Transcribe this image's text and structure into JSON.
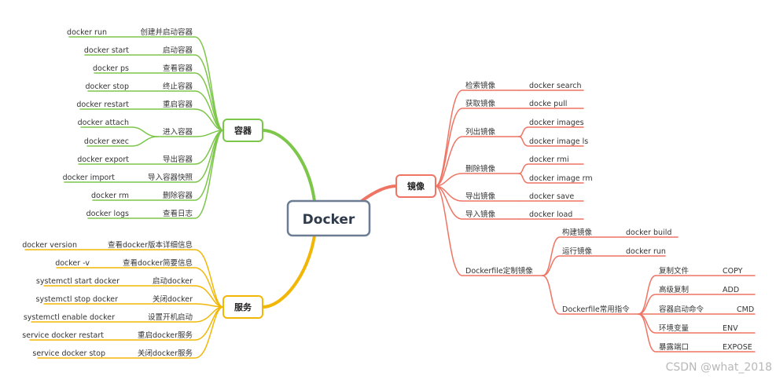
{
  "root": "Docker",
  "colors": {
    "container": "#7cc64a",
    "service": "#f2b705",
    "image": "#ef7464",
    "root_border": "#6b7c93"
  },
  "branches": {
    "container": {
      "label": "容器",
      "leaves": [
        {
          "cmd": "docker run",
          "desc": "创建并启动容器"
        },
        {
          "cmd": "docker start",
          "desc": "启动容器"
        },
        {
          "cmd": "docker ps",
          "desc": "查看容器"
        },
        {
          "cmd": "docker stop",
          "desc": "终止容器"
        },
        {
          "cmd": "docker restart",
          "desc": "重启容器"
        },
        {
          "cmd": "docker attach",
          "desc": ""
        },
        {
          "cmd": "docker exec",
          "desc": ""
        },
        {
          "cmd": "docker export",
          "desc": "导出容器"
        },
        {
          "cmd": "docker import",
          "desc": "导入容器快照"
        },
        {
          "cmd": "docker rm",
          "desc": "删除容器"
        },
        {
          "cmd": "docker logs",
          "desc": "查看日志"
        }
      ],
      "group_enter": "进入容器"
    },
    "service": {
      "label": "服务",
      "leaves": [
        {
          "cmd": "docker version",
          "desc": "查看docker版本详细信息"
        },
        {
          "cmd": "docker -v",
          "desc": "查看docker简要信息"
        },
        {
          "cmd": "systemctl start docker",
          "desc": "启动docker"
        },
        {
          "cmd": "systemctl stop docker",
          "desc": "关闭docker"
        },
        {
          "cmd": "systemctl enable docker",
          "desc": "设置开机启动"
        },
        {
          "cmd": "service docker restart",
          "desc": "重启docker服务"
        },
        {
          "cmd": "service docker stop",
          "desc": "关闭docker服务"
        }
      ]
    },
    "image": {
      "label": "镜像",
      "items": [
        {
          "desc": "检索镜像",
          "cmds": [
            "docker search"
          ]
        },
        {
          "desc": "获取镜像",
          "cmds": [
            "docke pull"
          ]
        },
        {
          "desc": "列出镜像",
          "cmds": [
            "docker images",
            "docker image ls"
          ]
        },
        {
          "desc": "删除镜像",
          "cmds": [
            "docker rmi",
            "docker image rm"
          ]
        },
        {
          "desc": "导出镜像",
          "cmds": [
            "docker save"
          ]
        },
        {
          "desc": "导入镜像",
          "cmds": [
            "docker load"
          ]
        }
      ],
      "dockerfile": {
        "label": "Dockerfile定制镜像",
        "build": {
          "desc": "构建镜像",
          "cmd": "docker build"
        },
        "run": {
          "desc": "运行镜像",
          "cmd": "docker run"
        },
        "instructions_label": "Dockerfile常用指令",
        "instructions": [
          {
            "desc": "复制文件",
            "cmd": "COPY"
          },
          {
            "desc": "高级复制",
            "cmd": "ADD"
          },
          {
            "desc": "容器启动命令",
            "cmd": "CMD"
          },
          {
            "desc": "环境变量",
            "cmd": "ENV"
          },
          {
            "desc": "暴露端口",
            "cmd": "EXPOSE"
          }
        ]
      }
    }
  },
  "watermark": "CSDN @what_2018"
}
